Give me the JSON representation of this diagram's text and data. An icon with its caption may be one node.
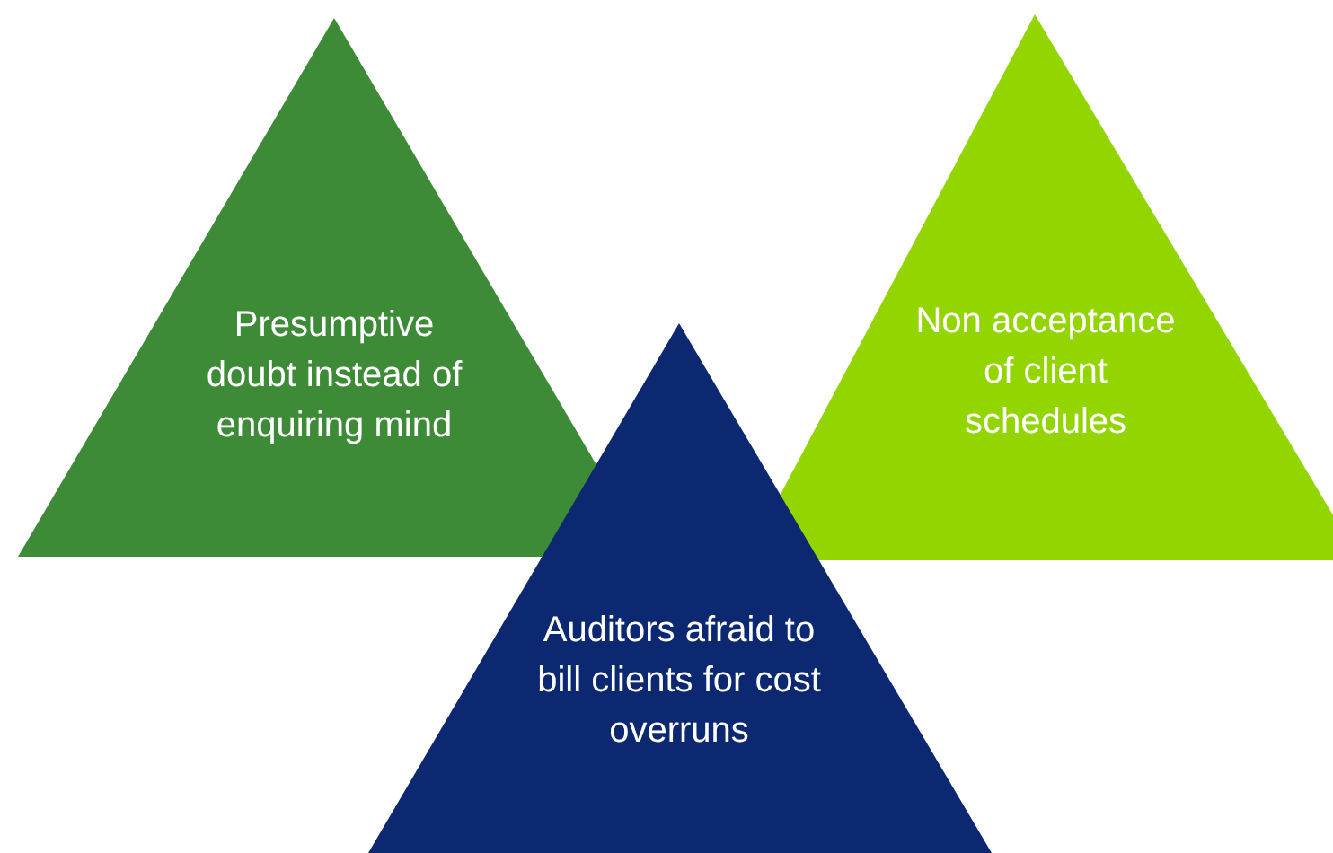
{
  "diagram": {
    "nodes": [
      {
        "text": [
          "Presumptive doubt instead of enquiring mind"
        ]
      },
      {
        "text": [
          "Non acceptance of client schedules"
        ]
      },
      {
        "text": [
          "Auditors afraid to bill clients for cost overruns"
        ]
      }
    ]
  }
}
